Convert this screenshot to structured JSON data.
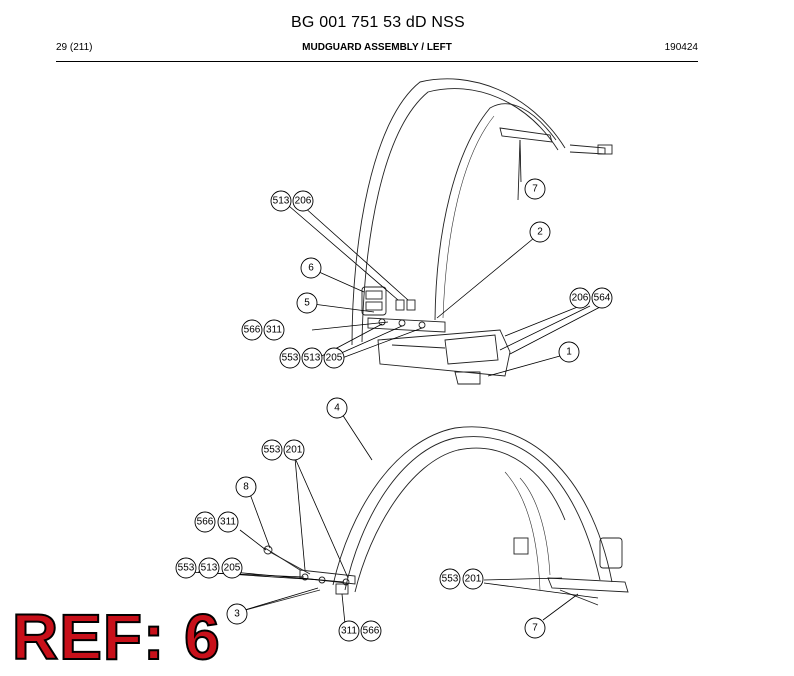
{
  "header": {
    "title": "BG 001 751 53 dD NSS",
    "page": "29 (211)",
    "section": "MUDGUARD ASSEMBLY / ",
    "section_tail": "LEFT",
    "date": "190424"
  },
  "ref_label": "REF: 6",
  "callouts": {
    "c7a": "7",
    "c513a": "513",
    "c206a": "206",
    "c2": "2",
    "c6": "6",
    "c5": "5",
    "c566a": "566",
    "c311a": "311",
    "c206b": "206",
    "c564": "564",
    "c1": "1",
    "c553a": "553",
    "c513b": "513",
    "c205a": "205",
    "c4": "4",
    "c553b": "553",
    "c201a": "201",
    "c8": "8",
    "c566b": "566",
    "c311b": "311",
    "c553c": "553",
    "c513c": "513",
    "c205b": "205",
    "c553d": "553",
    "c201b": "201",
    "c3": "3",
    "c311c": "311",
    "c566c": "566",
    "c7b": "7"
  }
}
